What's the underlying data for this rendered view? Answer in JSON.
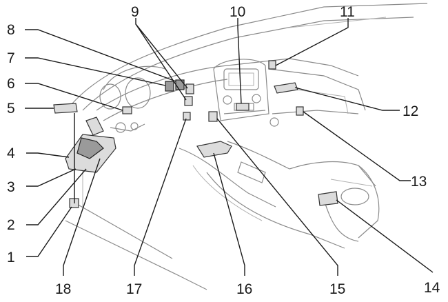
{
  "diagram": {
    "callouts": [
      {
        "label": "1"
      },
      {
        "label": "2"
      },
      {
        "label": "3"
      },
      {
        "label": "4"
      },
      {
        "label": "5"
      },
      {
        "label": "6"
      },
      {
        "label": "7"
      },
      {
        "label": "8"
      },
      {
        "label": "9"
      },
      {
        "label": "10"
      },
      {
        "label": "11"
      },
      {
        "label": "12"
      },
      {
        "label": "13"
      },
      {
        "label": "14"
      },
      {
        "label": "15"
      },
      {
        "label": "16"
      },
      {
        "label": "17"
      },
      {
        "label": "18"
      }
    ]
  }
}
